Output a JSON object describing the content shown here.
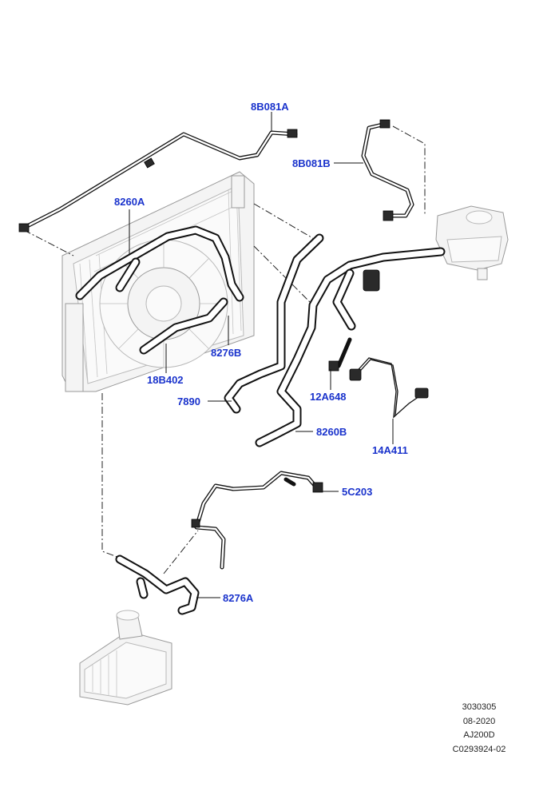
{
  "diagram": {
    "callouts": {
      "8B081A": "8B081A",
      "8B081B": "8B081B",
      "8260A": "8260A",
      "8276B": "8276B",
      "18B402": "18B402",
      "7890": "7890",
      "12A648": "12A648",
      "8260B": "8260B",
      "14A411": "14A411",
      "5C203": "5C203",
      "8276A": "8276A"
    },
    "illustration_meta": {
      "line1": "3030305",
      "line2": "08-2020",
      "line3": "AJ200D",
      "line4": "C0293924-02"
    },
    "colors": {
      "callout_text": "#1a33cc",
      "line_art": "#111111",
      "ghost_part": "#9a9a9a"
    }
  }
}
